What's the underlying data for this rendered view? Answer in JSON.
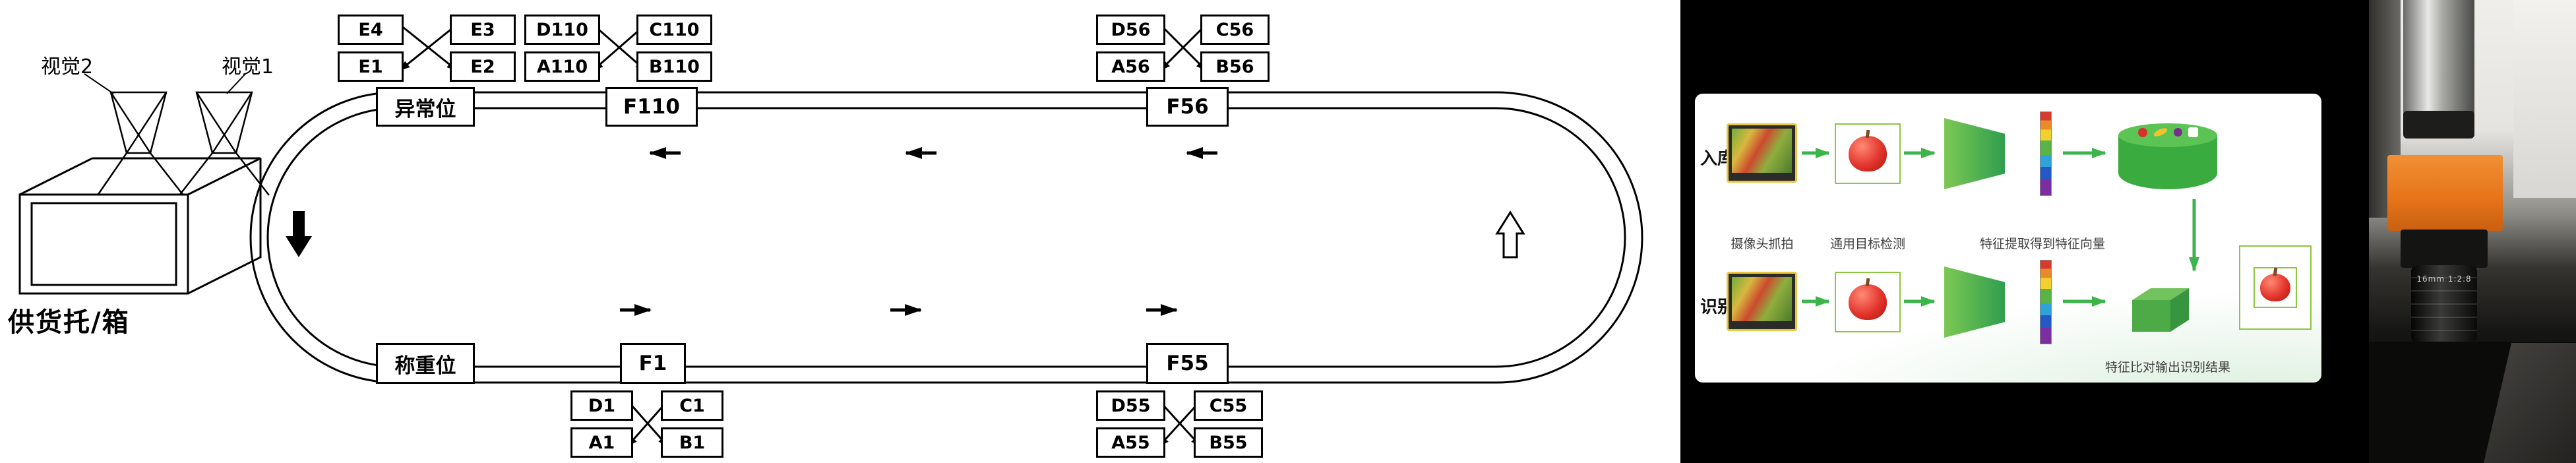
{
  "left": {
    "vision2": "视觉2",
    "vision1": "视觉1",
    "supply": "供货托/箱",
    "abnormal": "异常位",
    "weighing": "称重位",
    "f110": "F110",
    "f56": "F56",
    "f1": "F1",
    "f55": "F55",
    "e4": "E4",
    "e3": "E3",
    "e1": "E1",
    "e2": "E2",
    "d110": "D110",
    "c110": "C110",
    "a110": "A110",
    "b110": "B110",
    "d56": "D56",
    "c56": "C56",
    "a56": "A56",
    "b56": "B56",
    "d1": "D1",
    "c1": "C1",
    "a1": "A1",
    "b1": "B1",
    "d55": "D55",
    "c55": "C55",
    "a55": "A55",
    "b55": "B55"
  },
  "pipeline": {
    "row1_label": "入库",
    "row2_label": "识别",
    "caption_capture": "摄像头抓拍",
    "caption_detect": "通用目标检测",
    "caption_feature": "特征提取得到特征向量",
    "caption_match": "特征比对输出识别结果"
  },
  "photo": {
    "lens_text": "16mm 1:2.8"
  },
  "colors": {
    "accent_green": "#3bb54a",
    "camera_orange": "#e8751a"
  }
}
